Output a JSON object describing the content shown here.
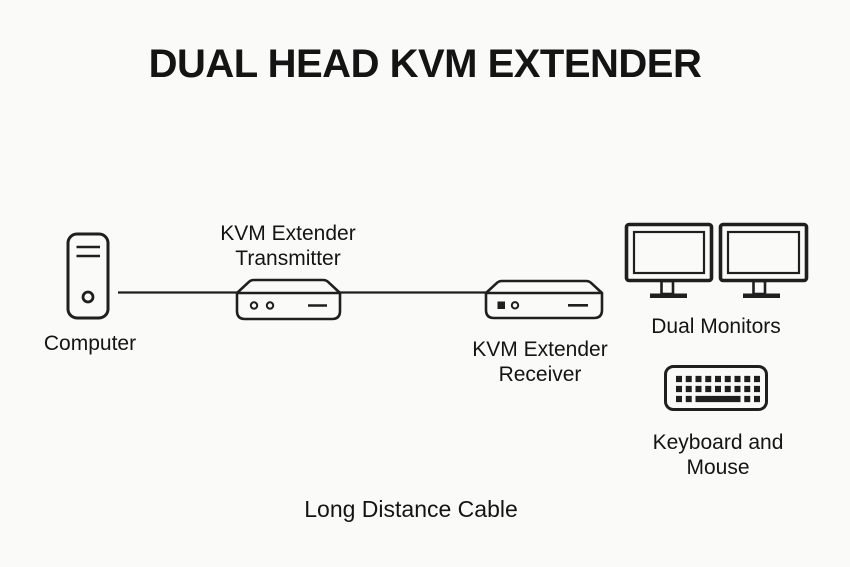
{
  "title": "DUAL HEAD KVM EXTENDER",
  "labels": {
    "computer": "Computer",
    "transmitter": "KVM Extender Transmitter",
    "receiver": "KVM Extender Receiver",
    "monitors": "Dual Monitors",
    "keyboard_mouse": "Keyboard and Mouse",
    "cable": "Long Distance Cable"
  },
  "icons": {
    "computer": "computer-tower-icon",
    "transmitter": "kvm-transmitter-box-icon",
    "receiver": "kvm-receiver-box-icon",
    "monitors": "dual-monitors-icon",
    "keyboard": "keyboard-icon",
    "cable": "cable-line"
  },
  "colors": {
    "background": "#fafaf9",
    "stroke": "#1f1f1f",
    "text": "#141414"
  }
}
